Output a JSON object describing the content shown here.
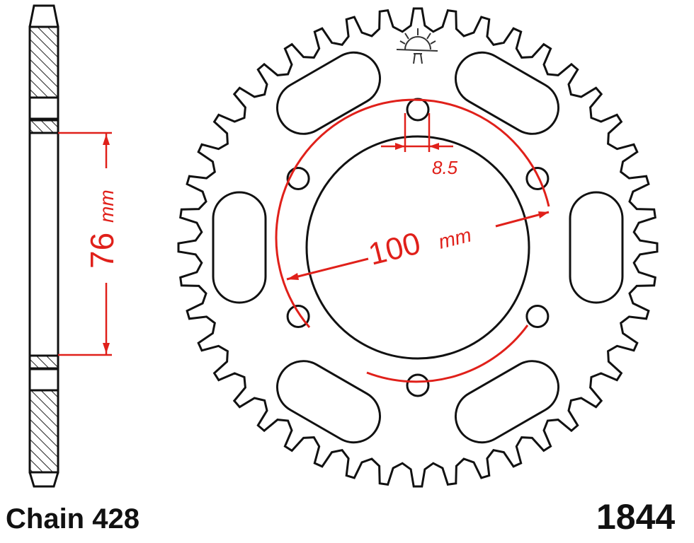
{
  "labels": {
    "chain": "Chain 428",
    "part_number": "1844",
    "hub_width": "76",
    "hub_width_unit": "mm",
    "bolt_circle": "100",
    "bolt_circle_unit": "mm",
    "bolt_hole": "8.5"
  },
  "sprocket": {
    "teeth": 44,
    "bolt_holes": 6,
    "lightening_slots": 6
  },
  "colors": {
    "line": "#111111",
    "dimension": "#e0201a"
  },
  "icons": {
    "logo": "sun-logo-icon"
  }
}
